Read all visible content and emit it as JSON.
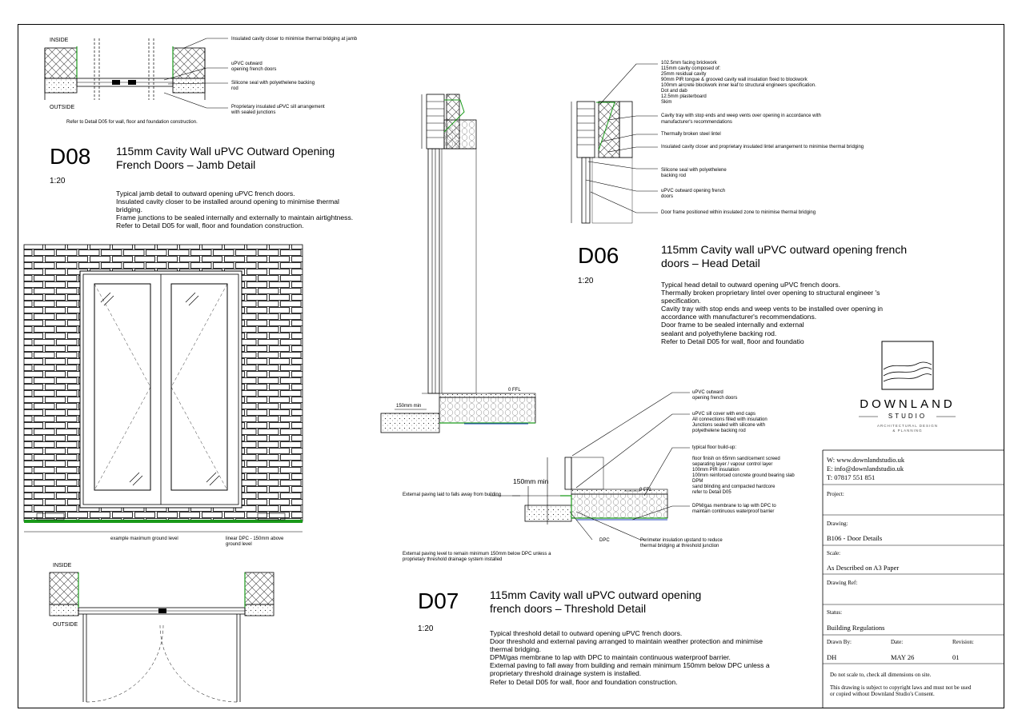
{
  "d08": {
    "code": "D08",
    "title1": "115mm Cavity Wall uPVC Outward Opening",
    "title2": "French Doors – Jamb Detail",
    "scale": "1:20",
    "desc": [
      "Typical jamb detail to outward opening uPVC french doors.",
      "Insulated cavity closer to be installed around opening to minimise thermal",
      "bridging.",
      "Frame junctions to be sealed internally and externally to maintain airtightness.",
      "Refer to Detail D05 for wall, floor and foundation construction."
    ],
    "inside": "INSIDE",
    "outside": "OUTSIDE",
    "refer": "Refer to Detail D05 for wall, floor and foundation construction.",
    "notes": [
      "Insulated cavity closer to minimise thermal bridging at jamb",
      "uPVC outward",
      "opening french doors",
      "Silicone seal with polyethelene backing",
      "rod",
      "Proprietary insulated uPVC sill arrangement",
      "with sealed junctions"
    ]
  },
  "elevation": {
    "ground_note": "example maximum ground level",
    "dpc_note1": "linear DPC - 150mm above",
    "dpc_note2": "ground level"
  },
  "plan": {
    "inside": "INSIDE",
    "outside": "OUTSIDE"
  },
  "section": {
    "ffl": "0 FFL",
    "min": "150mm min"
  },
  "d06": {
    "code": "D06",
    "title1": "115mm Cavity wall uPVC outward opening french",
    "title2": "doors – Head Detail",
    "scale": "1:20",
    "desc": [
      "Typical head detail to outward opening uPVC french doors.",
      "Thermally broken proprietary lintel over opening to structural engineer 's",
      "specification.",
      "Cavity tray with stop ends and weep vents to be installed over opening in",
      "accordance with manufacturer's recommendations.",
      "Door frame to be sealed internally and external",
      "sealant and polyethylene backing rod.",
      "Refer to Detail D05 for wall, floor and foundatio"
    ],
    "notes_top": [
      "102.5mm facing brickwork",
      "115mm cavity composed of:",
      "25mm residual cavity",
      "90mm PIR tongue & grooved cavity wall insulation fixed to blockwork",
      "100mm aircrete blockwork inner leaf to structural engineers specification.",
      "Dot and dab",
      "12.5mm plasterboard",
      "Skim"
    ],
    "note_tray1": "Cavity tray with stop ends and weep vents over opening in accordance with",
    "note_tray2": "manufacturer's recommendations",
    "note_lintel": "Thermally broken steel lintel",
    "note_closer": "Insulated cavity closer and proprietary insulated lintel arrangement to minimise thermal bridging",
    "note_seal1": "Silicone seal with polyethelene",
    "note_seal2": "backing rod",
    "note_door1": "uPVC outward opening french",
    "note_door2": "doors",
    "note_frame": "Door frame positioned within insulated zone to minimise thermal bridging"
  },
  "d07": {
    "code": "D07",
    "title1": "115mm Cavity wall uPVC outward opening",
    "title2": "french doors – Threshold Detail",
    "scale": "1:20",
    "desc": [
      "Typical threshold detail to outward opening uPVC french doors.",
      "Door threshold and external paving arranged to maintain weather protection and minimise",
      "thermal bridging.",
      "DPM/gas membrane to lap with DPC to maintain continuous waterproof barrier.",
      "External paving to fall away from building and remain minimum 150mm below DPC unless a",
      "proprietary threshold drainage system is installed.",
      "Refer to Detail D05 for wall, floor and foundation construction."
    ],
    "note_door1": "uPVC outward",
    "note_door2": "opening french doors",
    "note_sill": [
      "uPVC sill cover with end caps",
      "All connections filled with insulation",
      "Junctions sealed with silicone with",
      "polyethelene backing rod"
    ],
    "note_floor": [
      "typical floor build-up:",
      "",
      "floor finish on 65mm sand/cement screed",
      "separating layer / vapour control layer",
      "100mm PIR insulation",
      "100mm reinforced concrete ground bearing slab",
      "DPM",
      "sand blinding and compacted hardcore",
      "refer to Detail D05"
    ],
    "note_dpm1": "DPM/gas membrane to lap with DPC to",
    "note_dpm2": "maintain continuous waterproof barrier",
    "note_paving": "External paving laid to falls away from building",
    "min": "150mm min",
    "ffl": "0 FFL",
    "dpc": "DPC",
    "note_perim1": "Perimeter insulation upstand to reduce",
    "note_perim2": "thermal bridging at threshold junction",
    "note_level1": "External paving level to remain minimum 150mm below DPC unless a",
    "note_level2": "proprietary threshold drainage system installed"
  },
  "logo": {
    "name": "DOWNLAND",
    "studio": "STUDIO",
    "tag1": "ARCHITECTURAL DESIGN",
    "tag2": "& PLANNING"
  },
  "titleblock": {
    "web": "W: www.downlandstudio.uk",
    "email": "E: info@downlandstudio.uk",
    "tel": "T: 07817 551 851",
    "project_label": "Project:",
    "project_value": "",
    "drawing_label": "Drawing:",
    "drawing_value": "B106 - Door Details",
    "scale_label": "Scale:",
    "scale_value": "As Described on A3 Paper",
    "ref_label": "Drawing Ref:",
    "ref_value": "",
    "status_label": "Status:",
    "status_value": "Building Regulations",
    "drawn_label": "Drawn By:",
    "date_label": "Date:",
    "rev_label": "Revision:",
    "drawn_value": "DH",
    "date_value": "MAY 26",
    "rev_value": "01",
    "footer1": "Do not scale to, check all dimensions on site.",
    "footer2": "This drawing is subject to copyright laws and must not be used",
    "footer3": "or copied without Downland Studio's Consent."
  },
  "colors": {
    "line": "#000000",
    "dpc_green": "#1a9a1a",
    "dpm_blue": "#1f3fbf",
    "insulation": "#666666"
  }
}
